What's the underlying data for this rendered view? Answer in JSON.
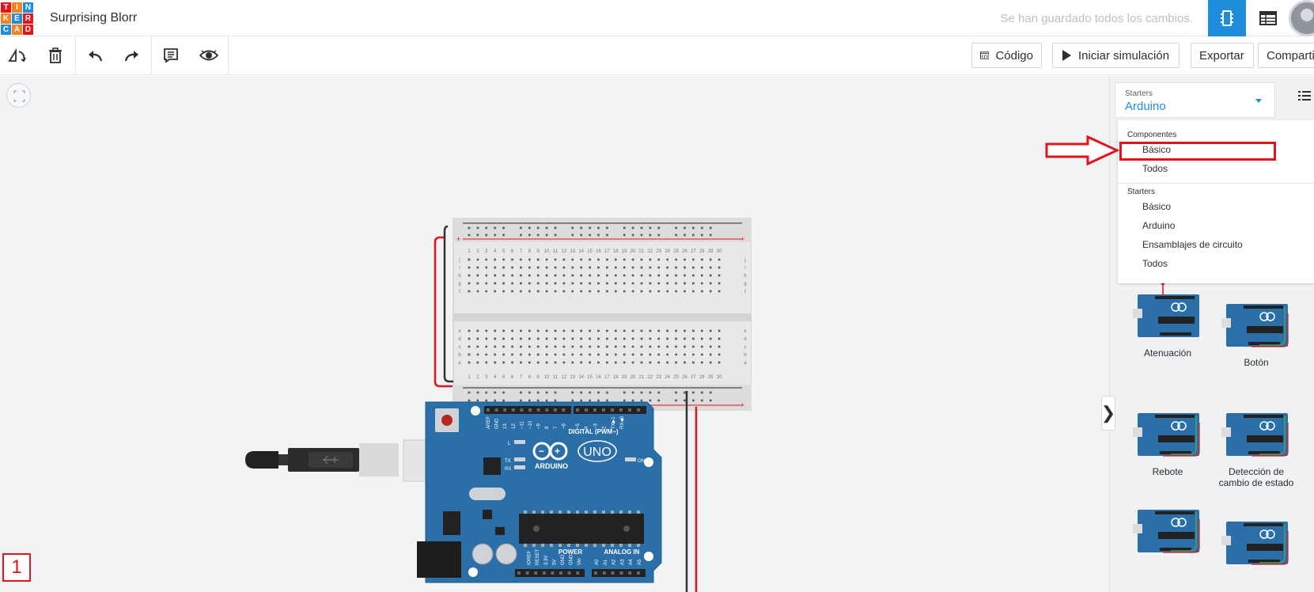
{
  "logo": {
    "letters": [
      "T",
      "I",
      "N",
      "K",
      "E",
      "R",
      "C",
      "A",
      "D"
    ],
    "colors": [
      "#e3131b",
      "#f58220",
      "#1e8ddc",
      "#f58220",
      "#1e8ddc",
      "#e3131b",
      "#1e8ddc",
      "#f58220",
      "#e3131b"
    ]
  },
  "header": {
    "project_title": "Surprising Blorr",
    "saved_status": "Se han guardado todos los cambios.",
    "views": [
      {
        "name": "circuit-view",
        "icon": "chip-icon",
        "active": true
      },
      {
        "name": "schematic-view",
        "icon": "table-icon",
        "active": false
      }
    ]
  },
  "toolbar": {
    "tools": [
      "rotate-icon",
      "delete-icon",
      "undo-icon",
      "redo-icon",
      "notes-icon",
      "visibility-icon"
    ],
    "code_label": "Código",
    "simulate_label": "Iniciar simulación",
    "export_label": "Exportar",
    "share_label": "Compartir"
  },
  "canvas": {
    "step_label": "1",
    "breadboard": {
      "column_numbers": [
        "1",
        "2",
        "3",
        "4",
        "5",
        "6",
        "7",
        "8",
        "9",
        "10",
        "11",
        "12",
        "13",
        "14",
        "15",
        "16",
        "17",
        "18",
        "19",
        "20",
        "21",
        "22",
        "23",
        "24",
        "25",
        "26",
        "27",
        "28",
        "29",
        "30"
      ],
      "row_letters_top": [
        "j",
        "i",
        "h",
        "g",
        "f"
      ],
      "row_letters_bottom": [
        "e",
        "d",
        "c",
        "b",
        "a"
      ]
    },
    "arduino": {
      "brand": "ARDUINO",
      "model": "UNO",
      "digital_label": "DIGITAL (PWM~)",
      "power_label": "POWER",
      "analog_label": "ANALOG IN",
      "led_labels": [
        "L",
        "TX",
        "RX"
      ],
      "on_label": "ON",
      "digital_pins": [
        "AREF",
        "GND",
        "13",
        "12",
        "~11",
        "~10",
        "~9",
        "8",
        "7",
        "~6",
        "~5",
        "4",
        "~3",
        "2",
        "TX▶1",
        "RX◀0"
      ],
      "power_pins": [
        "IOREF",
        "RESET",
        "3.3V",
        "5V",
        "GND",
        "GND",
        "Vin"
      ],
      "analog_pins": [
        "A0",
        "A1",
        "A2",
        "A3",
        "A4",
        "A5"
      ]
    }
  },
  "panel": {
    "select_label": "Starters",
    "select_value": "Arduino",
    "dropdown": {
      "groups": [
        {
          "label": "Componentes",
          "items": [
            "Básico",
            "Todos"
          ]
        },
        {
          "label": "Starters",
          "items": [
            "Básico",
            "Arduino",
            "Ensamblajes de circuito",
            "Todos"
          ]
        }
      ]
    },
    "starters": [
      {
        "name": "Atenuación"
      },
      {
        "name": "Botón"
      },
      {
        "name": "Rebote"
      },
      {
        "name": "Detección de cambio de estado"
      },
      {
        "name": ""
      },
      {
        "name": ""
      }
    ],
    "toggle_glyph": "❯"
  },
  "colors": {
    "accent": "#1e8ddc",
    "annotation_red": "#e3131b",
    "wire_red": "#e3131b",
    "wire_black": "#333333",
    "arduino_blue": "#2a6fa8"
  }
}
